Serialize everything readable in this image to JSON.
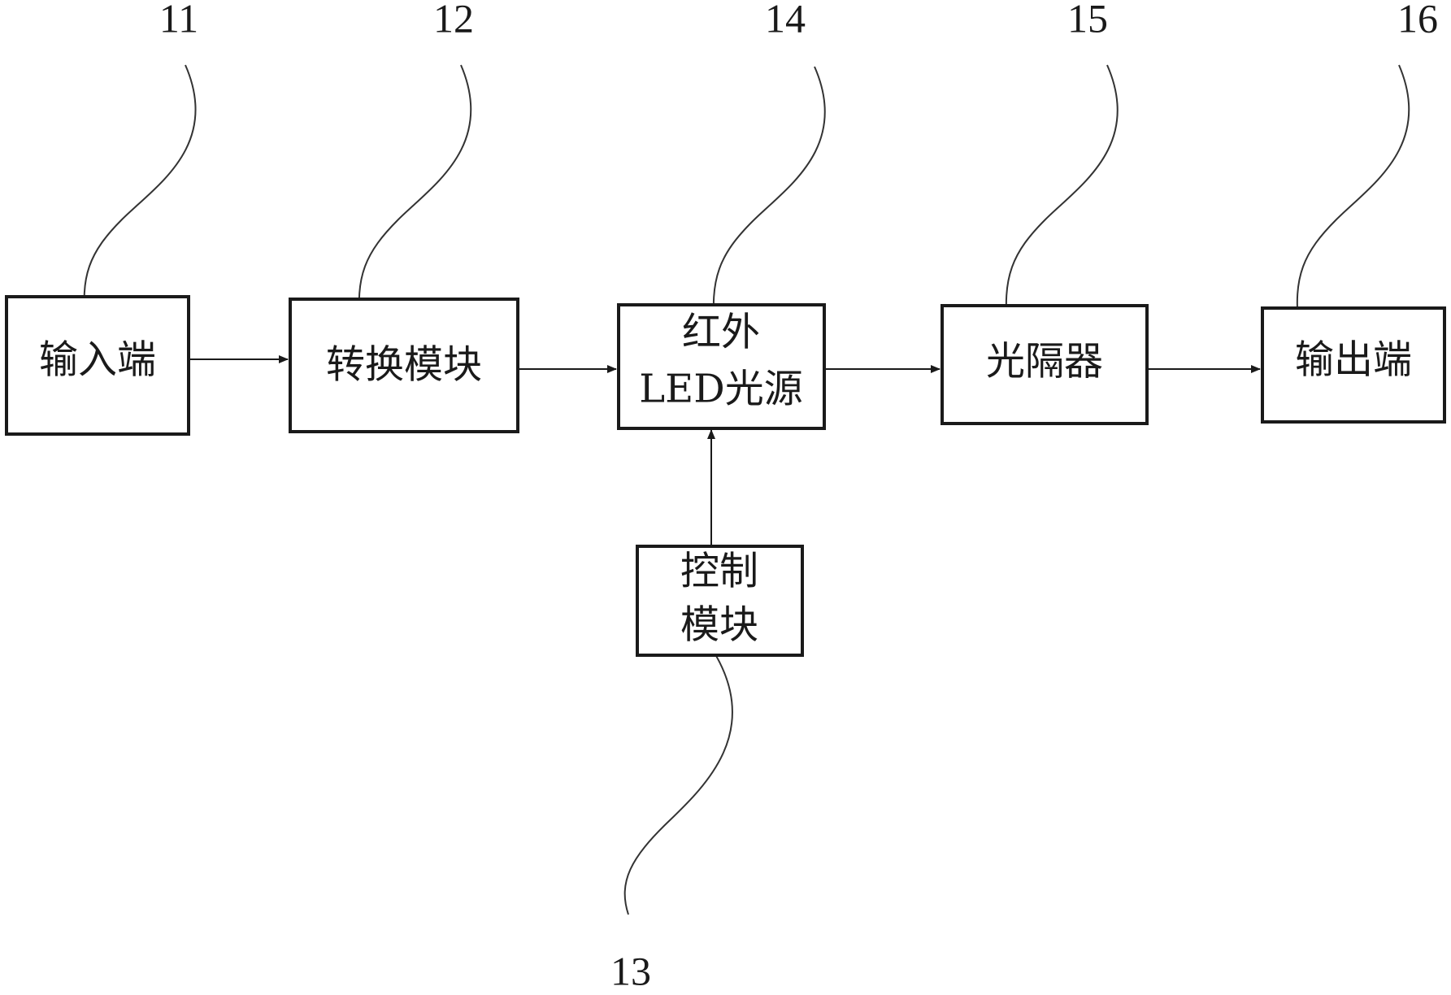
{
  "diagram": {
    "boxes": {
      "input": [
        "输入端"
      ],
      "convert": [
        "转换模块"
      ],
      "led": [
        "红外",
        "LED光源"
      ],
      "isolator": [
        "光隔器"
      ],
      "output": [
        "输出端"
      ],
      "control": [
        "控制",
        "模块"
      ]
    },
    "refs": {
      "input": "11",
      "convert": "12",
      "control": "13",
      "led": "14",
      "isolator": "15",
      "output": "16"
    }
  }
}
